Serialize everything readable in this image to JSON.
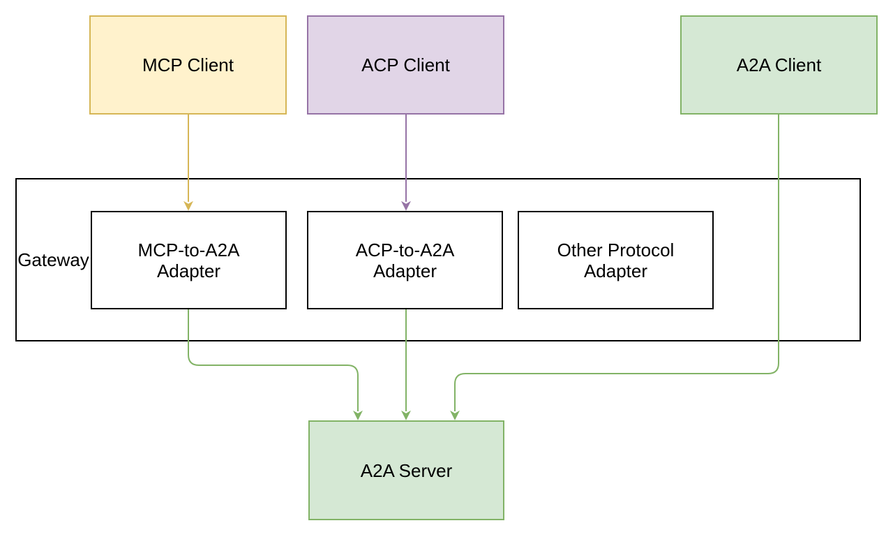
{
  "colors": {
    "background": "#ffffff",
    "text": "#000000",
    "box_fill": "#ffffff",
    "box_stroke": "#000000",
    "client_yellow_fill": "#fff2cc",
    "client_yellow_stroke": "#d6b656",
    "client_purple_fill": "#e1d5e7",
    "client_purple_stroke": "#9673a6",
    "green_fill": "#d5e8d4",
    "green_stroke": "#82b366"
  },
  "diagram": {
    "clients": [
      {
        "label": "MCP Client"
      },
      {
        "label": "ACP Client"
      },
      {
        "label": "A2A Client"
      }
    ],
    "gateway": {
      "label": "Gateway",
      "adapters": [
        {
          "line1": "MCP-to-A2A",
          "line2": "Adapter"
        },
        {
          "line1": "ACP-to-A2A",
          "line2": "Adapter"
        },
        {
          "line1": "Other Protocol",
          "line2": "Adapter"
        }
      ]
    },
    "server": {
      "label": "A2A Server"
    }
  }
}
